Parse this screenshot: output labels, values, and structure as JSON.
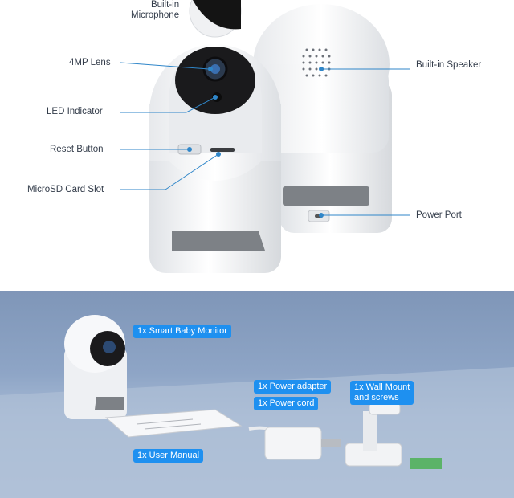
{
  "features": {
    "microphone": "Built-in\nMicrophone",
    "lens": "4MP Lens",
    "led": "LED Indicator",
    "reset": "Reset Button",
    "sdcard": "MicroSD Card Slot",
    "speaker": "Built-in Speaker",
    "power_port": "Power Port"
  },
  "package": {
    "monitor": "1x Smart Baby Monitor",
    "adapter": "1x Power adapter",
    "cord": "1x Power cord",
    "mount": "1x Wall Mount\nand screws",
    "manual": "1x User Manual"
  },
  "colors": {
    "callout": "#2f86c9",
    "tag_bg": "#1e90f0",
    "camera_body": "#f4f5f7",
    "gray_band": "#7d8186"
  }
}
